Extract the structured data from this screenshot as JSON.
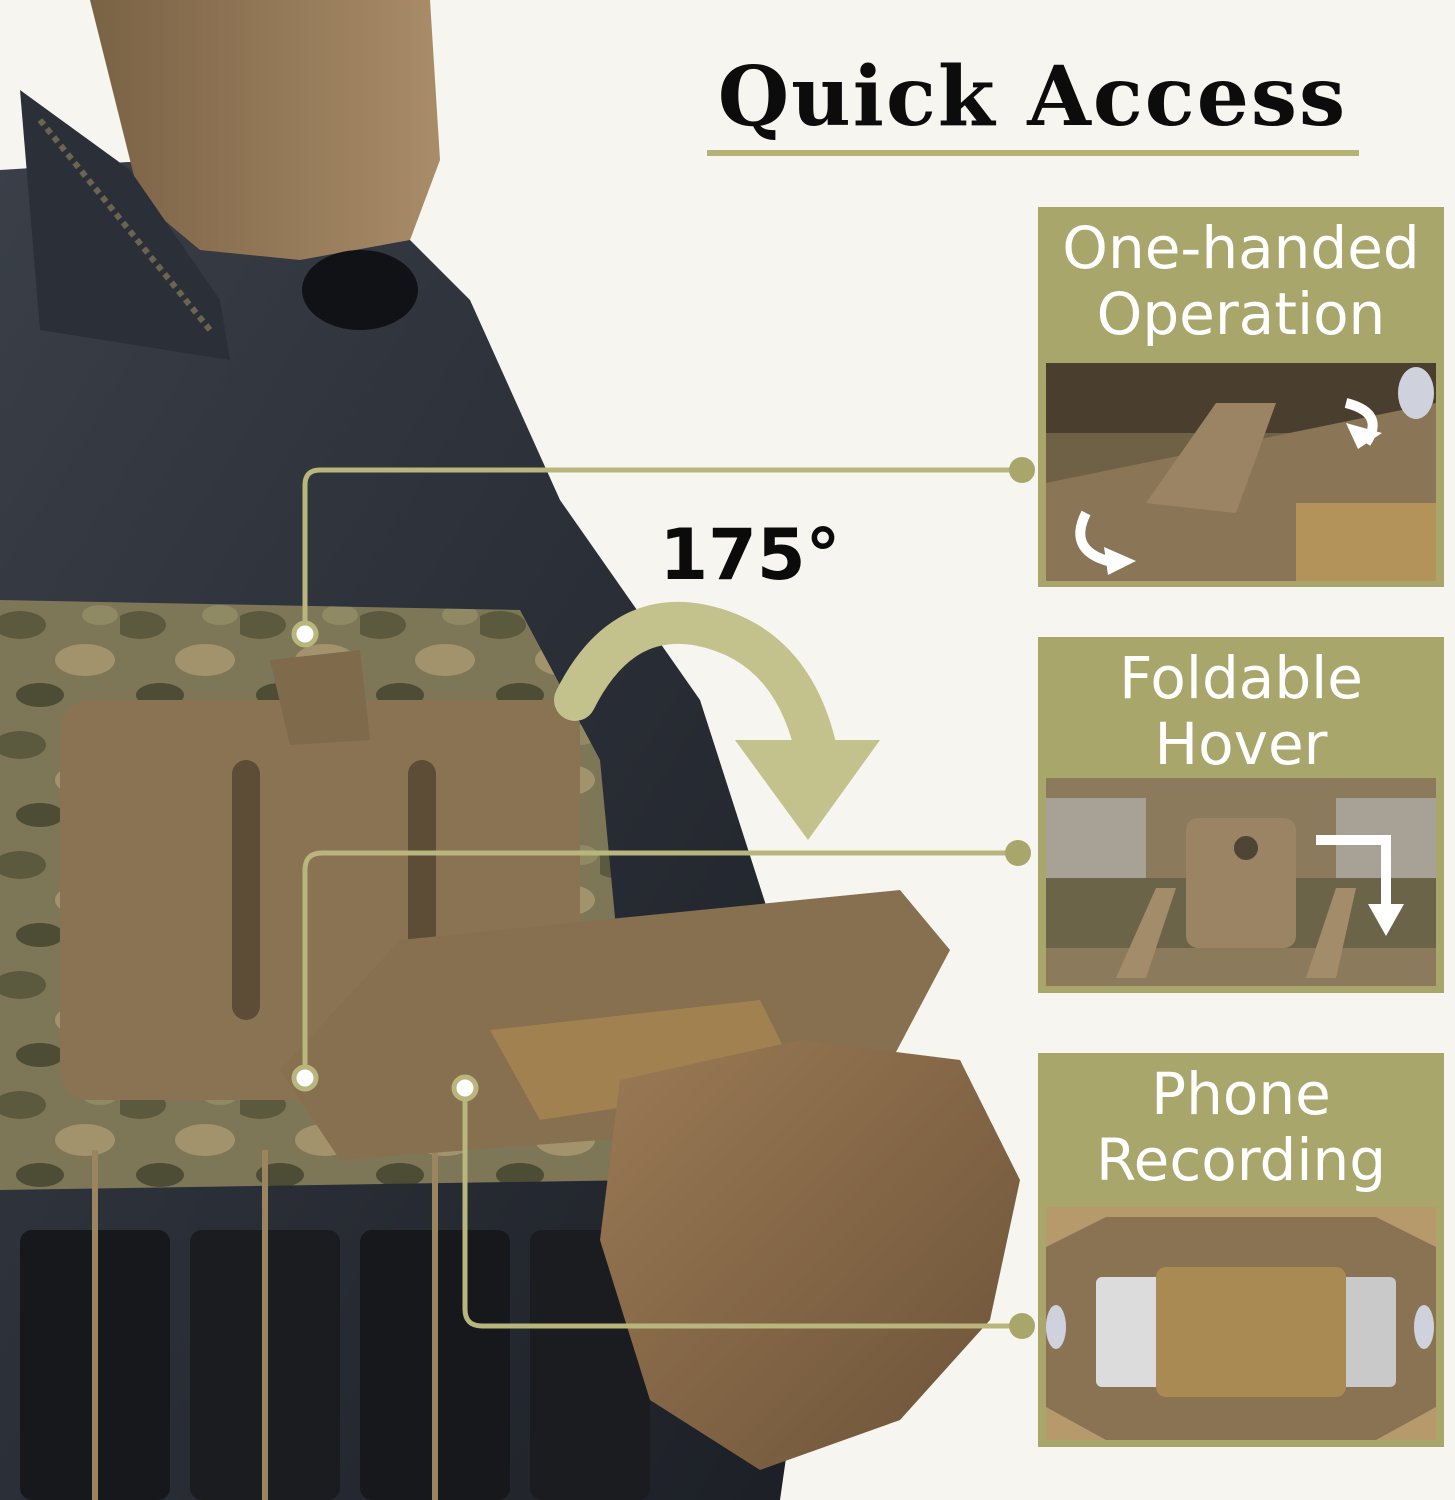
{
  "header": {
    "title": "Quick Access",
    "accent_color": "#b4b275"
  },
  "angle_label": "175°",
  "features": [
    {
      "label_line1": "One-handed",
      "label_line2": "Operation"
    },
    {
      "label_line1": "Foldable",
      "label_line2": "Hover"
    },
    {
      "label_line1": "Phone",
      "label_line2": "Recording"
    }
  ],
  "colors": {
    "background": "#f6f5ef",
    "panel": "#a9a66c",
    "callout_line": "#b8b67c",
    "arrow": "#c3c18c",
    "coyote_brown": "#8a7353",
    "jacket": "#262a33"
  }
}
